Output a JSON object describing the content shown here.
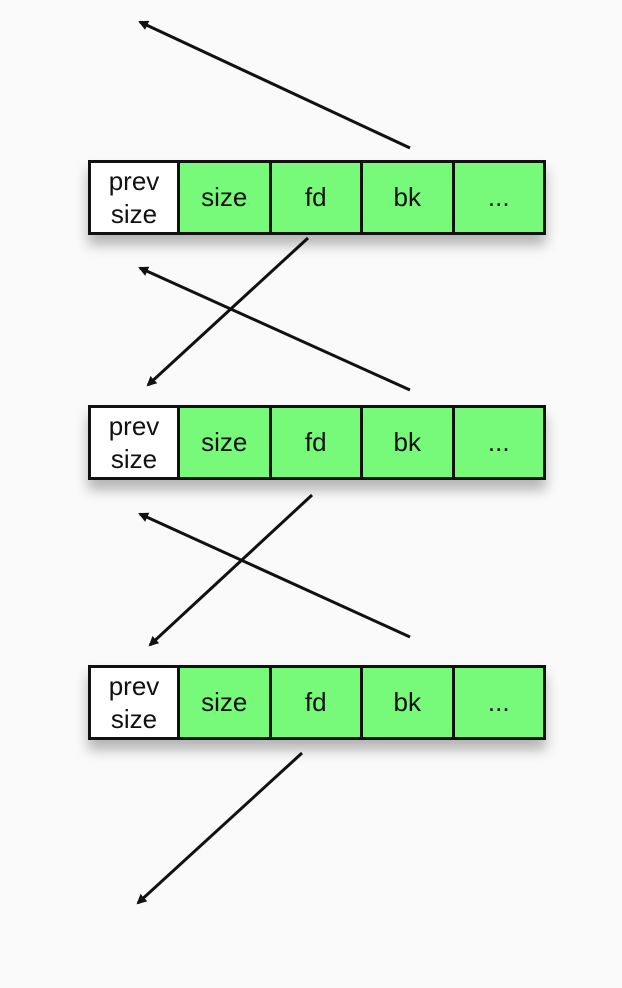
{
  "chunks": [
    {
      "cells": {
        "prev_line1": "prev",
        "prev_line2": "size",
        "size": "size",
        "fd": "fd",
        "bk": "bk",
        "more": "..."
      }
    },
    {
      "cells": {
        "prev_line1": "prev",
        "prev_line2": "size",
        "size": "size",
        "fd": "fd",
        "bk": "bk",
        "more": "..."
      }
    },
    {
      "cells": {
        "prev_line1": "prev",
        "prev_line2": "size",
        "size": "size",
        "fd": "fd",
        "bk": "bk",
        "more": "..."
      }
    }
  ],
  "colors": {
    "used_field": "#77fa7a",
    "prev_size_field": "#ffffff",
    "border": "#111111",
    "background": "#fafafa"
  },
  "arrows": [
    {
      "kind": "bk",
      "from": "chunk-1",
      "to": "previous"
    },
    {
      "kind": "fd",
      "from": "chunk-1",
      "to": "chunk-2"
    },
    {
      "kind": "bk",
      "from": "chunk-2",
      "to": "chunk-1"
    },
    {
      "kind": "fd",
      "from": "chunk-2",
      "to": "chunk-3"
    },
    {
      "kind": "bk",
      "from": "chunk-3",
      "to": "chunk-2"
    },
    {
      "kind": "fd",
      "from": "chunk-3",
      "to": "next"
    }
  ]
}
